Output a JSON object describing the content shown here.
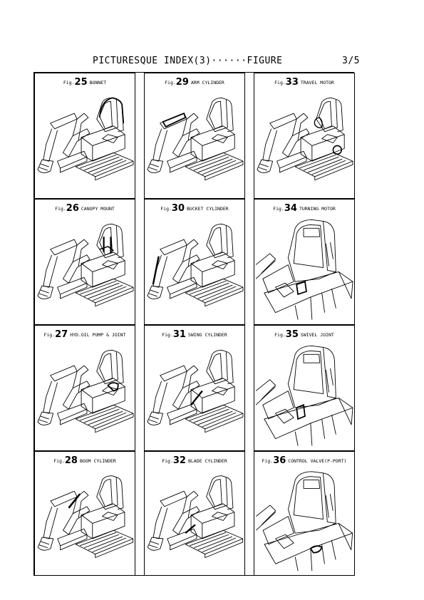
{
  "header": {
    "title": "PICTURESQUE INDEX(3)······FIGURE",
    "page": "3/5"
  },
  "fig_prefix": "Fig.",
  "figures": [
    {
      "num": "25",
      "label": "BONNET",
      "view": "full",
      "highlight": "bonnet"
    },
    {
      "num": "29",
      "label": "ARM CYLINDER",
      "view": "full",
      "highlight": "arm"
    },
    {
      "num": "33",
      "label": "TRAVEL MOTOR",
      "view": "full",
      "highlight": "travel"
    },
    {
      "num": "26",
      "label": "CANOPY MOUNT",
      "view": "full",
      "highlight": "canopy"
    },
    {
      "num": "30",
      "label": "BUCKET CYLINDER",
      "view": "full",
      "highlight": "bucket"
    },
    {
      "num": "34",
      "label": "TURNING MOTOR",
      "view": "close",
      "highlight": "turning"
    },
    {
      "num": "27",
      "label": "HYD.OIL PUMP & JOINT",
      "view": "full",
      "highlight": "pump"
    },
    {
      "num": "31",
      "label": "SWING CYLINDER",
      "view": "full",
      "highlight": "swing"
    },
    {
      "num": "35",
      "label": "SWIVEL JOINT",
      "view": "close",
      "highlight": "swivel"
    },
    {
      "num": "28",
      "label": "BOOM CYLINDER",
      "view": "full",
      "highlight": "boom"
    },
    {
      "num": "32",
      "label": "BLADE CYLINDER",
      "view": "full",
      "highlight": "blade"
    },
    {
      "num": "36",
      "label": "CONTROL VALVE(P-PORT)",
      "view": "close",
      "highlight": "valve"
    }
  ]
}
